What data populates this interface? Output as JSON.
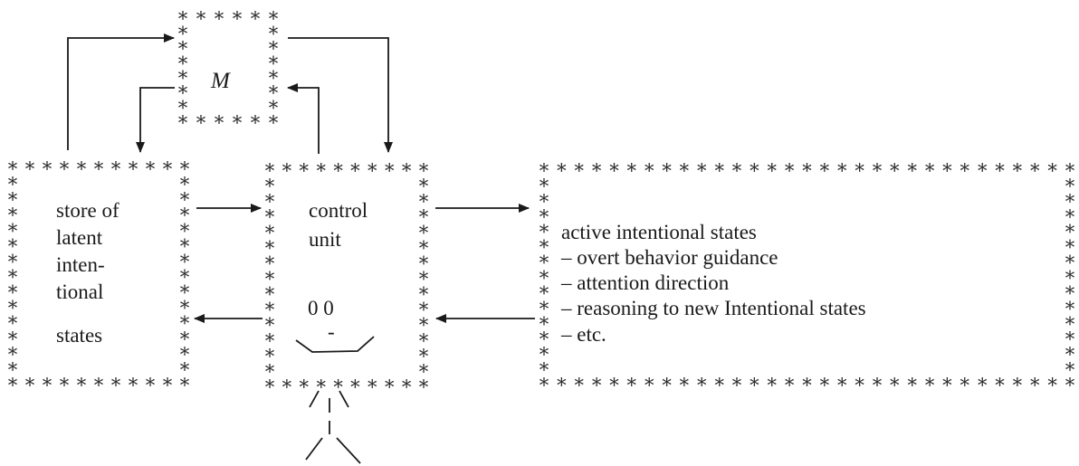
{
  "memory_box": {
    "label": "M"
  },
  "store_box": {
    "lines": [
      "store of",
      "latent",
      "inten-",
      "tional",
      "states"
    ]
  },
  "control_box": {
    "lines": [
      "control",
      "unit"
    ],
    "eyes": "0 0",
    "nose": "-"
  },
  "active_box": {
    "lines": [
      "active intentional states",
      "– overt behavior guidance",
      "– attention direction",
      "– reasoning to new Intentional states",
      "– etc."
    ]
  },
  "border_char": "*"
}
